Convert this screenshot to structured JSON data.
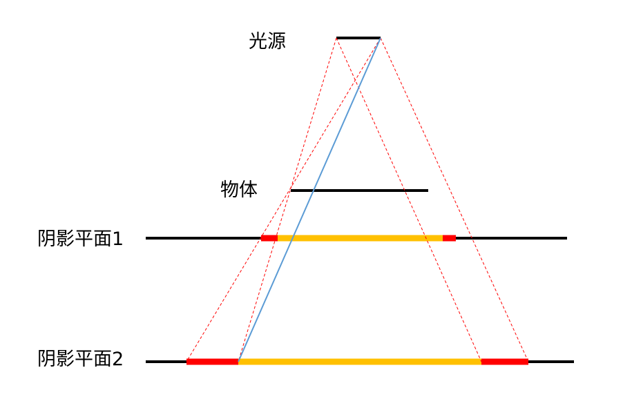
{
  "labels": {
    "light_source": "光源",
    "object": "物体",
    "shadow_plane_1": "阴影平面1",
    "shadow_plane_2": "阴影平面2"
  },
  "colors": {
    "surface": "#000000",
    "umbra": "#ffc000",
    "penumbra": "#ff0000",
    "ray": "#ff0000",
    "sample_ray": "#5b9bd5"
  }
}
